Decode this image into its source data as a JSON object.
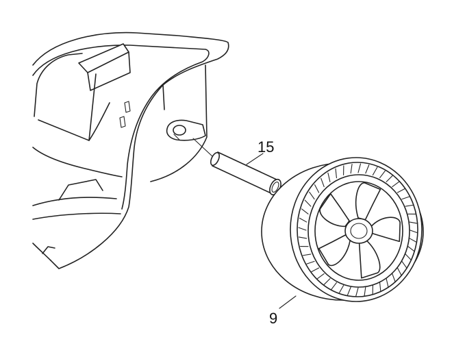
{
  "diagram": {
    "type": "exploded parts view",
    "line_color": "#222222",
    "background": "#ffffff"
  },
  "parts": [
    {
      "id": "axle_pin",
      "callout": "15"
    },
    {
      "id": "wheel",
      "callout": "9"
    }
  ]
}
